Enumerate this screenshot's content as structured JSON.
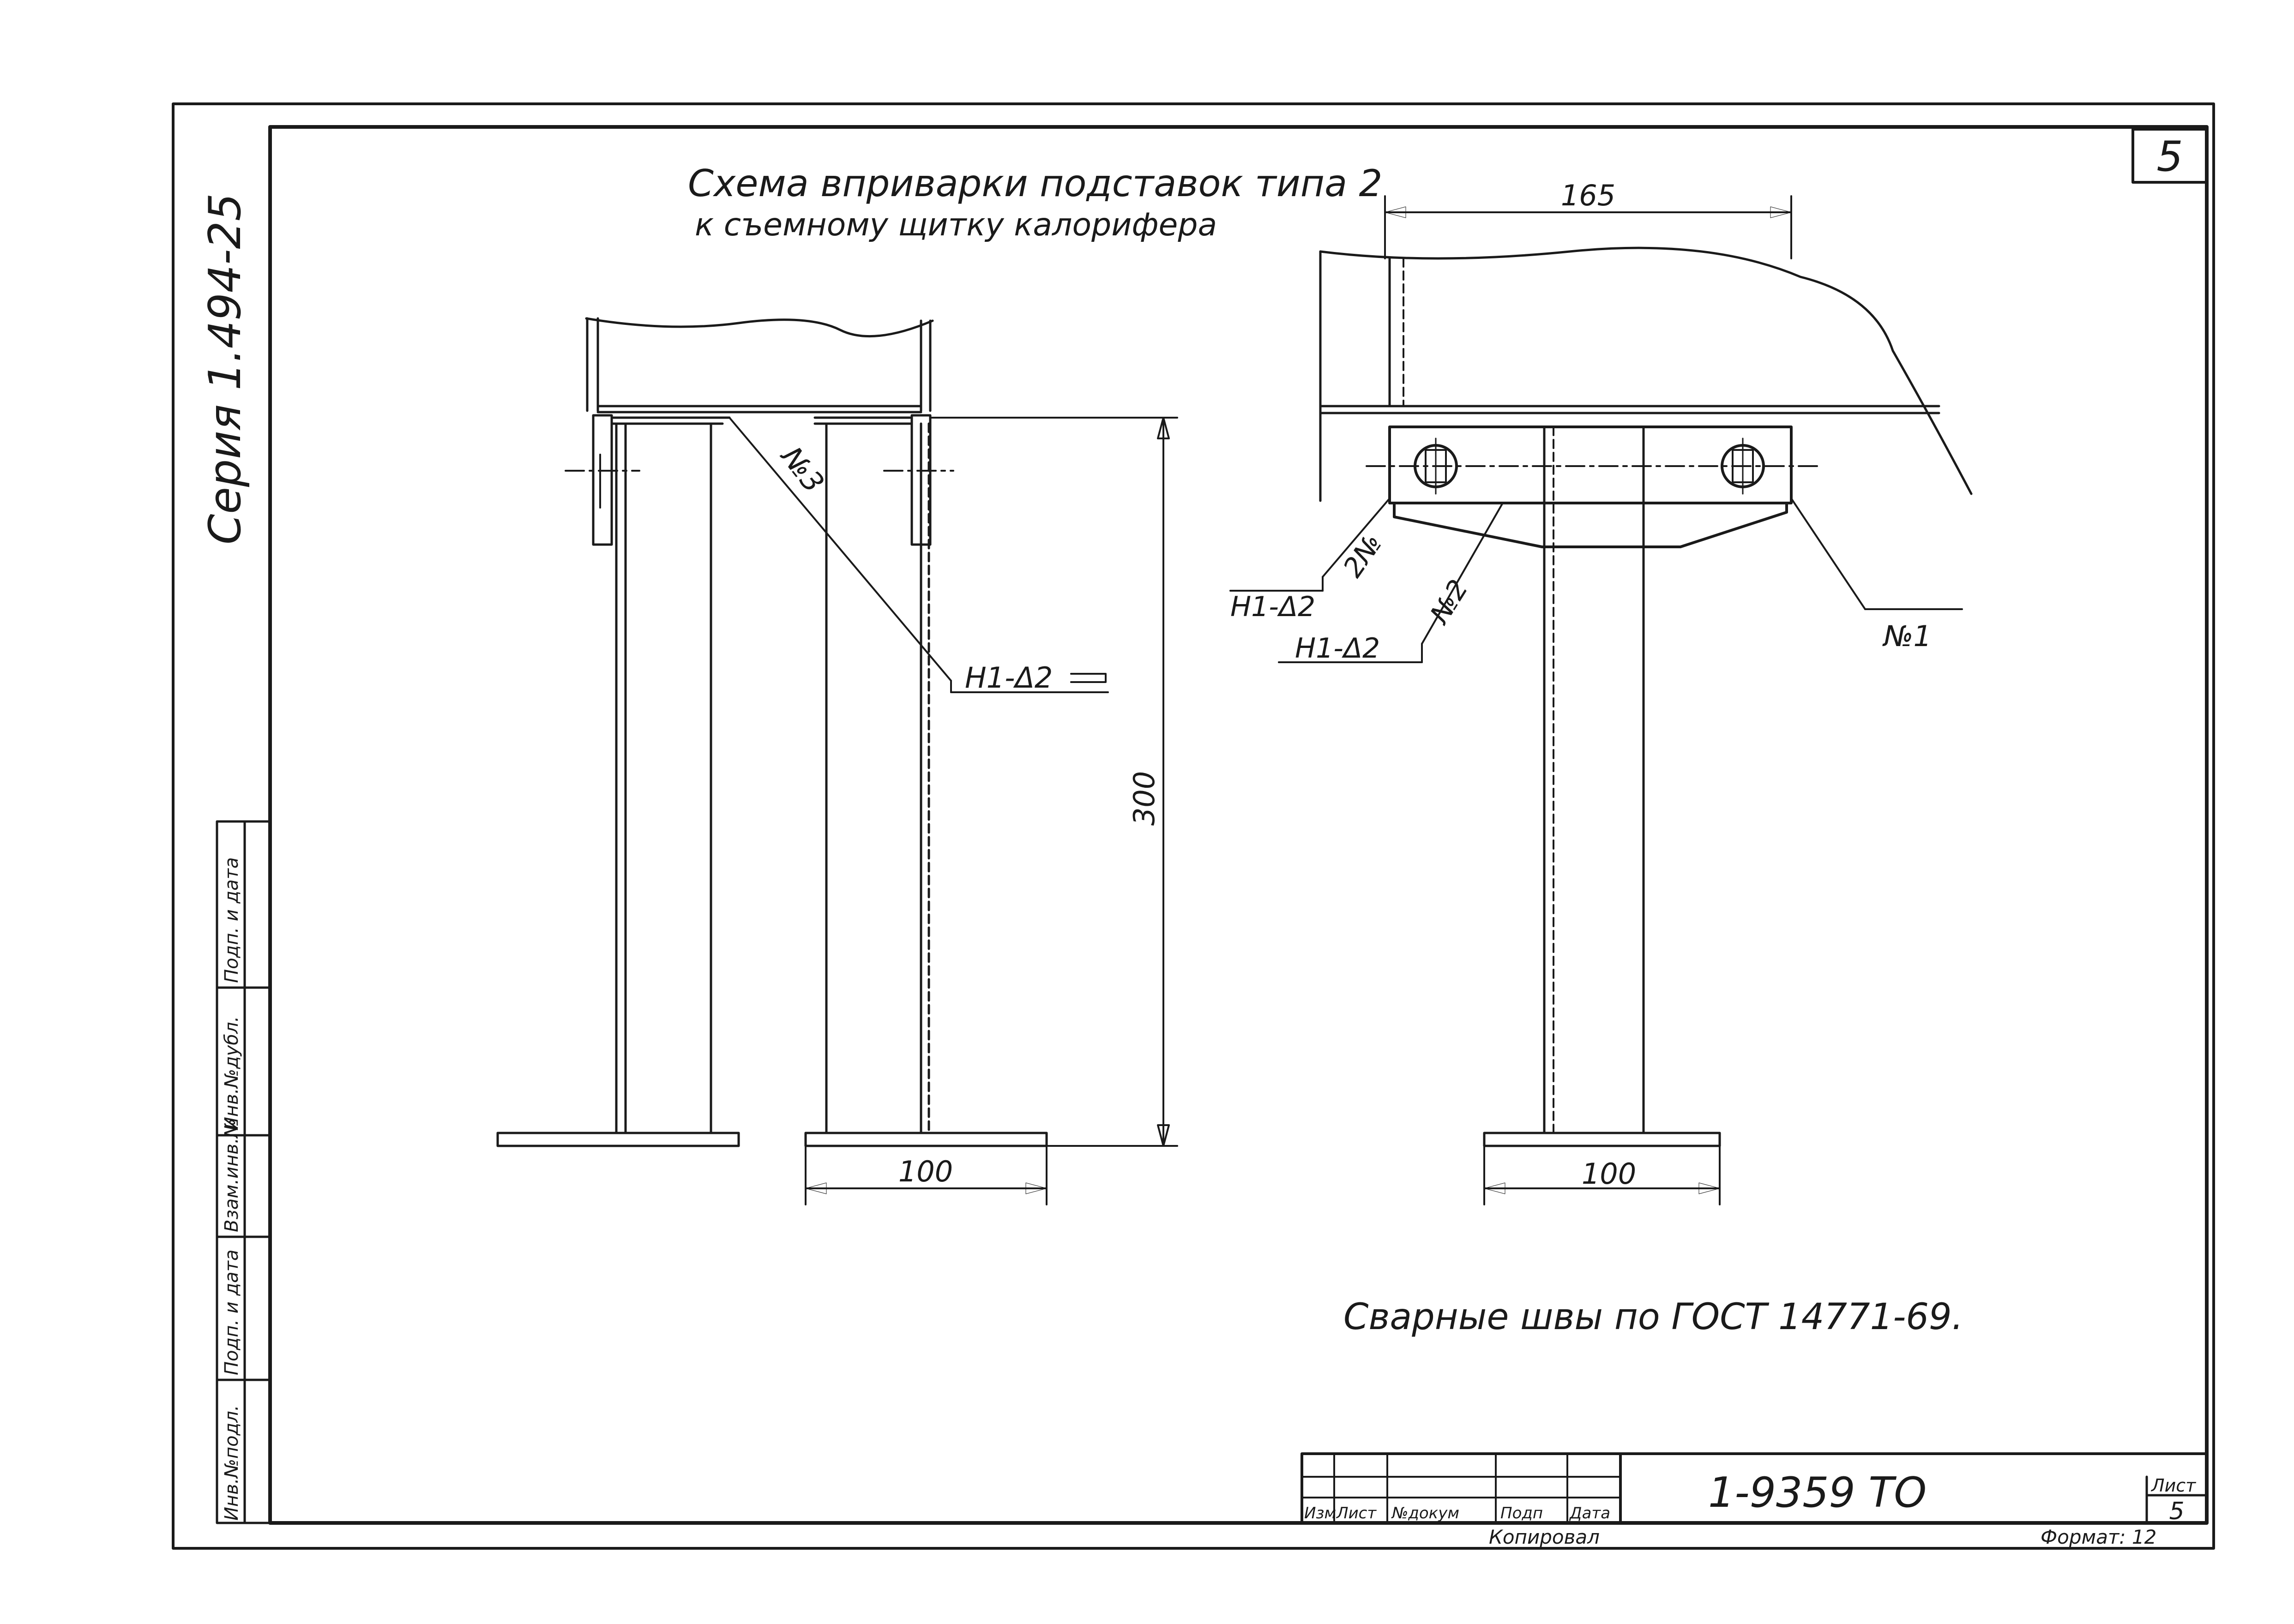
{
  "sheet": {
    "number": "5",
    "series_label": "Серия 1.494-25",
    "title_line1": "Схема вприварки подставок типа 2",
    "title_line2": "к съемному щитку калорифера",
    "weld_note": "Сварные швы по ГОСТ 14771-69.",
    "copied_label": "Копировал"
  },
  "dimensions": {
    "height": "300",
    "width_left": "100",
    "width_right": "100",
    "top_right": "165"
  },
  "weld_labels": {
    "n3": "№3",
    "n2_a": "№2",
    "n2_b": "2№",
    "n1": "№1",
    "weld_symbol_left": "Н1-Δ2",
    "weld_symbol_right_a": "Н1-Δ2",
    "weld_symbol_right_b": "Н1-Δ2"
  },
  "left_stamp": {
    "cells": [
      "Инв.№подл.",
      "Подп. и дата",
      "Взам.инв.№",
      "Инв.№дубл.",
      "Подп. и дата"
    ]
  },
  "title_block": {
    "code": "1-9359 ТО",
    "headers": [
      "Изм",
      "Лист",
      "№докум",
      "Подп",
      "Дата"
    ],
    "sheet_label": "Лист",
    "sheet_value": "5",
    "format_label": "Формат: 12"
  }
}
